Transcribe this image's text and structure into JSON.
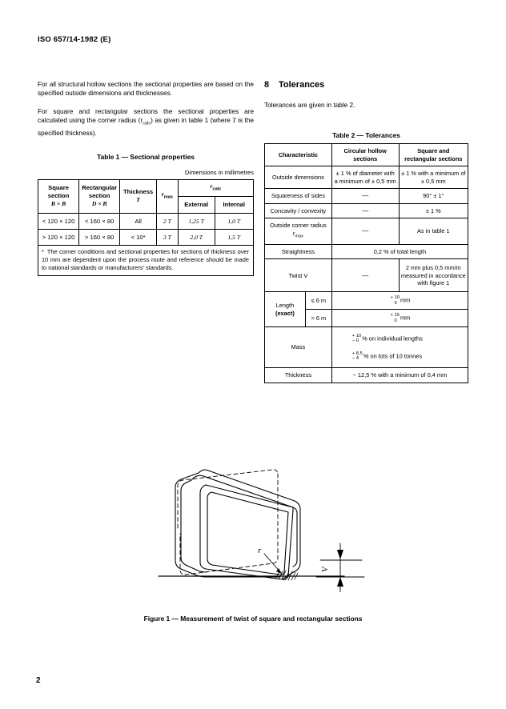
{
  "document": {
    "header": "ISO 657/14-1982 (E)",
    "page_number": "2"
  },
  "left_column": {
    "paragraph_1": "For all structural hollow sections the sectional properties are based on the specified outside dimensions and thicknesses.",
    "paragraph_2_a": "For square and rectangular sections the sectional properties are calculated using the corner radius (r",
    "paragraph_2_sub": "calc",
    "paragraph_2_b": ") as given in table 1 (where ",
    "paragraph_2_ital": "T",
    "paragraph_2_c": " is the specified thickness).",
    "table1": {
      "caption": "Table 1 — Sectional properties",
      "dimensions_note": "Dimensions in millimetres",
      "headers": {
        "square_section": "Square section",
        "square_symbol": "B × B",
        "rect_section": "Rectangular section",
        "rect_symbol": "D × B",
        "thickness": "Thickness",
        "thickness_symbol": "T",
        "r_max": "r",
        "r_max_sub": "max",
        "r_calc": "r",
        "r_calc_sub": "calc",
        "external": "External",
        "internal": "Internal"
      },
      "rows": [
        {
          "square": "< 120 × 120",
          "rect": "< 160 × 80",
          "thickness": "All",
          "r_max": "2 T",
          "external": "1,25 T",
          "internal": "1,0 T"
        },
        {
          "square": "> 120 × 120",
          "rect": "> 160 × 80",
          "thickness": "< 10*",
          "r_max": "3 T",
          "external": "2,0  T",
          "internal": "1,5 T"
        }
      ],
      "footnote_marker": "*",
      "footnote": "The corner conditions and sectional properties for sections of thickness over 10 mm are dependent upon the process route and reference should be made to national standards or manufacturers' standards."
    }
  },
  "right_column": {
    "section_number": "8",
    "section_title": "Tolerances",
    "intro": "Tolerances are given in table 2.",
    "table2": {
      "caption": "Table 2 — Tolerances",
      "headers": {
        "characteristic": "Characteristic",
        "circular": "Circular hollow sections",
        "square_rect": "Square and rectangular sections"
      },
      "rows": [
        {
          "characteristic": "Outside dimensions",
          "circular": "± 1 % of diameter with a minimum of ± 0,5 mm",
          "square_rect": "± 1 % with a minimum of ± 0,5 mm"
        },
        {
          "characteristic": "Squareness of sides",
          "circular": "—",
          "square_rect": "90° ± 1°"
        },
        {
          "characteristic": "Concavity / convexity",
          "circular": "—",
          "square_rect": "± 1 %"
        },
        {
          "characteristic": "Outside corner radius r",
          "characteristic_sub": "max",
          "circular": "—",
          "square_rect": "As in table 1"
        },
        {
          "characteristic": "Straightness",
          "spanned_value": "0,2 % of total length"
        },
        {
          "characteristic": "Twist V",
          "circular": "—",
          "square_rect": "2 mm plus 0,5 mm/m measured in accordance with figure 1"
        }
      ],
      "length_row": {
        "label_1": "Length",
        "label_2": "(exact)",
        "sub_rows": [
          {
            "condition": "≤ 6 m",
            "value_top": "+ 10",
            "value_bottom": "0",
            "unit": "mm"
          },
          {
            "condition": "> 6 m",
            "value_top": "+ 15",
            "value_bottom": "0",
            "unit": "mm"
          }
        ]
      },
      "mass_row": {
        "label": "Mass",
        "line_1_top": "+ 10",
        "line_1_bottom": "−  0",
        "line_1_text": "% on individual lengths",
        "line_2_top": "+ 8,5",
        "line_2_bottom": "−  4",
        "line_2_text": "% on lots of 10 tonnes"
      },
      "thickness_row": {
        "label": "Thickness",
        "value": "−  12,5 % with a minimum of    0,4 mm"
      }
    }
  },
  "figure": {
    "caption": "Figure 1 — Measurement of twist of square and rectangular sections",
    "label_radius": "r",
    "label_twist": "V"
  }
}
